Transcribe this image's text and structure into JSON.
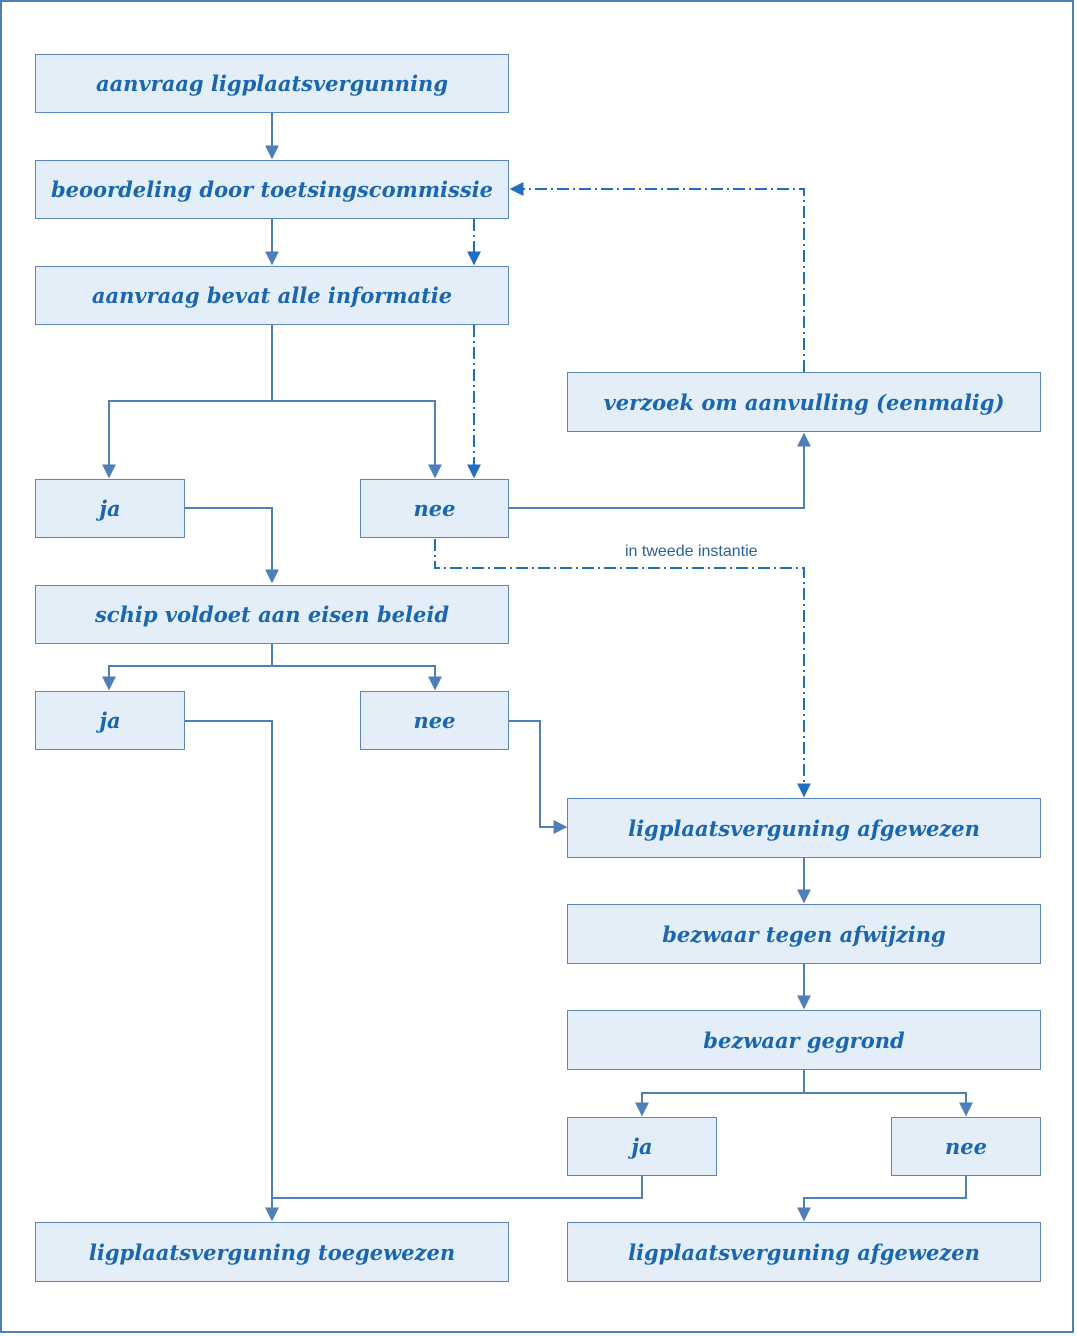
{
  "nodes": {
    "aanvraag": "aanvraag ligplaatsvergunning",
    "beoordeling": "beoordeling door toetsingscommissie",
    "bevat_info": "aanvraag bevat alle informatie",
    "ja1": "ja",
    "nee1": "nee",
    "verzoek": "verzoek om aanvulling (eenmalig)",
    "voldoet": "schip voldoet aan eisen beleid",
    "ja2": "ja",
    "nee2": "nee",
    "afgewezen1": "ligplaatsverguning afgewezen",
    "bezwaar": "bezwaar tegen afwijzing",
    "gegrond": "bezwaar gegrond",
    "ja3": "ja",
    "nee3": "nee",
    "toegewezen": "ligplaatsverguning toegewezen",
    "afgewezen2": "ligplaatsverguning afgewezen"
  },
  "edge_labels": {
    "tweede_instantie": "in tweede instantie"
  },
  "colors": {
    "box_fill": "#e3eef8",
    "box_border": "#5a86bd",
    "text": "#1a66b0",
    "solid_line": "#4f7fb8",
    "dashdot_line": "#1f6fc0"
  }
}
